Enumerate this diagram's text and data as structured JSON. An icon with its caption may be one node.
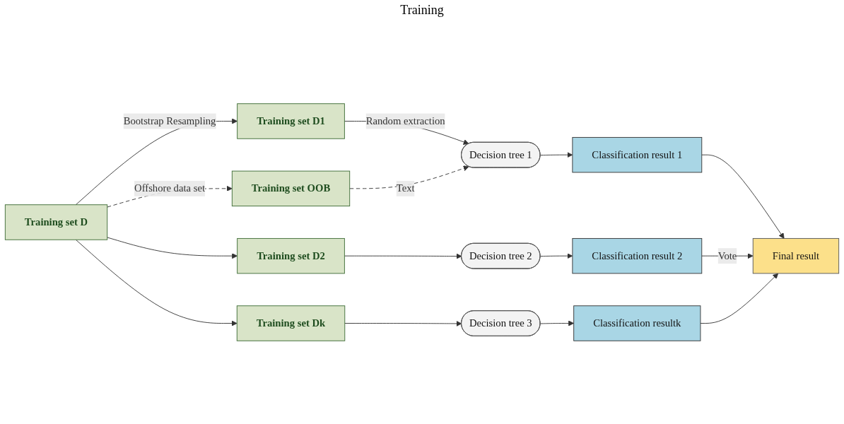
{
  "diagram": {
    "nodes": [
      {
        "text": [
          "Training set D"
        ]
      },
      {
        "text": [
          "Training set D1"
        ]
      },
      {
        "text": [
          "Training set D2"
        ]
      },
      {
        "text": [
          "Training set Dk"
        ]
      },
      {
        "text": [
          "Training set OOB"
        ]
      },
      {
        "text": [
          "Decision tree 1"
        ]
      },
      {
        "text": [
          "Decision tree 2"
        ]
      },
      {
        "text": [
          "Decision tree 3"
        ]
      },
      {
        "text": [
          "Classification result 1"
        ]
      },
      {
        "text": [
          "Classification result 2"
        ]
      },
      {
        "text": [
          "Classification resultk"
        ]
      },
      {
        "text": [
          "Final result"
        ]
      }
    ],
    "edges": [
      {
        "from": 0,
        "to": 1,
        "arrow": "to",
        "label": "Bootstrap Resampling"
      },
      {
        "from": 0,
        "to": 2,
        "arrow": "to"
      },
      {
        "from": 0,
        "to": 3,
        "arrow": "to"
      },
      {
        "from": 0,
        "to": 4,
        "arrow": "to",
        "label": "Offshore data set",
        "style": "dashed"
      },
      {
        "from": 1,
        "to": 5,
        "arrow": "to",
        "label": "Random extraction"
      },
      {
        "from": 2,
        "to": 6,
        "arrow": "to"
      },
      {
        "from": 3,
        "to": 7,
        "arrow": "to"
      },
      {
        "from": 4,
        "to": 5,
        "arrow": "to",
        "label": "Text",
        "style": "dashed"
      },
      {
        "from": 5,
        "to": 8,
        "arrow": "to"
      },
      {
        "from": 6,
        "to": 9,
        "arrow": "to"
      },
      {
        "from": 7,
        "to": 10,
        "arrow": "to"
      },
      {
        "from": 8,
        "to": 11,
        "arrow": "to"
      },
      {
        "from": 9,
        "to": 11,
        "arrow": "to",
        "label": "Vote"
      },
      {
        "from": 10,
        "to": 11,
        "arrow": "to"
      }
    ],
    "labels": [
      "Training"
    ]
  }
}
